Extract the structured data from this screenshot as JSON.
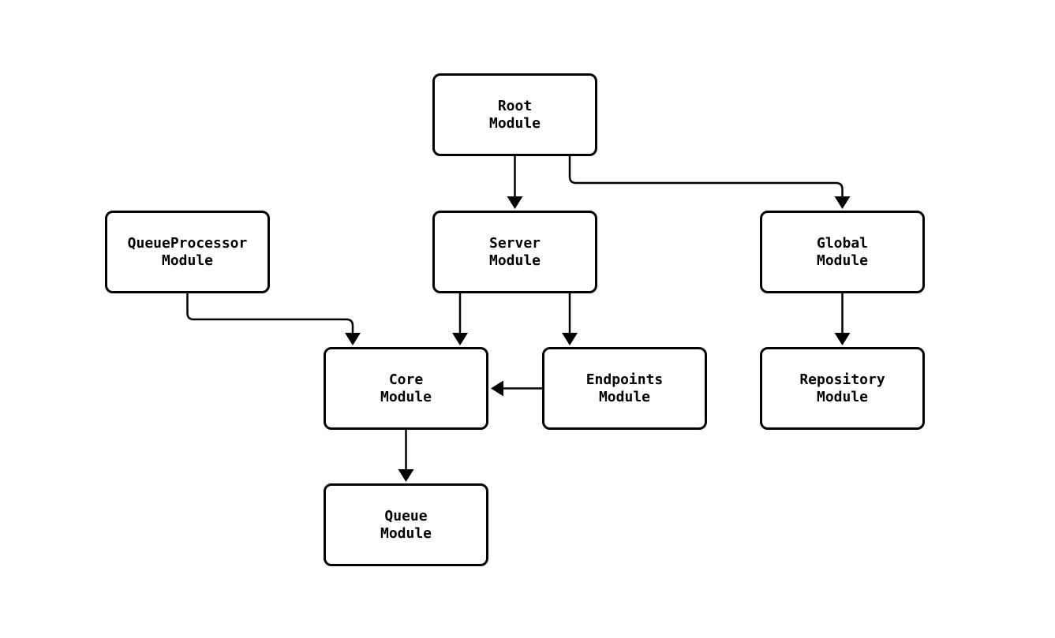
{
  "diagram": {
    "type": "module-dependency-graph",
    "nodes": [
      {
        "id": "root",
        "label": "Root\nModule"
      },
      {
        "id": "queueprocessor",
        "label": "QueueProcessor\nModule"
      },
      {
        "id": "server",
        "label": "Server\nModule"
      },
      {
        "id": "global",
        "label": "Global\nModule"
      },
      {
        "id": "core",
        "label": "Core\nModule"
      },
      {
        "id": "endpoints",
        "label": "Endpoints\nModule"
      },
      {
        "id": "repository",
        "label": "Repository\nModule"
      },
      {
        "id": "queue",
        "label": "Queue\nModule"
      }
    ],
    "edges": [
      {
        "from": "root",
        "to": "server"
      },
      {
        "from": "root",
        "to": "global"
      },
      {
        "from": "queueprocessor",
        "to": "core"
      },
      {
        "from": "server",
        "to": "core"
      },
      {
        "from": "server",
        "to": "endpoints"
      },
      {
        "from": "endpoints",
        "to": "core"
      },
      {
        "from": "global",
        "to": "repository"
      },
      {
        "from": "core",
        "to": "queue"
      }
    ],
    "colors": {
      "background": "#ffffff",
      "node_fill": "#ffffff",
      "node_border": "#000000",
      "edge": "#000000",
      "text": "#000000"
    }
  }
}
